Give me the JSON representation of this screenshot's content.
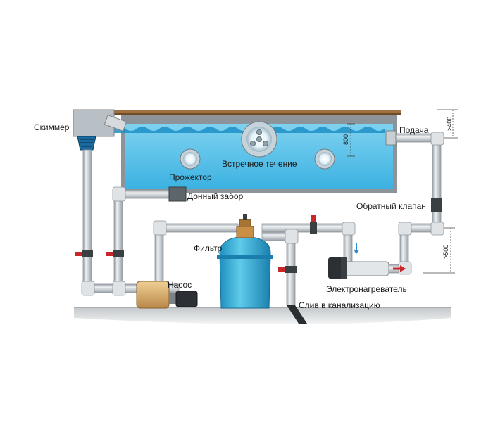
{
  "labels": {
    "skimmer": "Скиммер",
    "supply": "Подача",
    "counterflow": "Встречное течение",
    "projector": "Прожектор",
    "bottom_drain": "Донный забор",
    "check_valve": "Обратный клапан",
    "filter": "Фильтр",
    "pump": "Насос",
    "heater": "Электронагреватель",
    "drain": "Слив в канализацию"
  },
  "dimensions": {
    "depth": "800",
    "top_gap": ">400",
    "heater_gap": ">500"
  },
  "colors": {
    "water": "#5cc4ea",
    "water_dark": "#1d8fc4",
    "pool_wall": "#8d9499",
    "pipe": "#cfd4d8",
    "pipe_edge": "#8f979d",
    "valve": "#c8262b",
    "filter_body": "#3db5d9",
    "pump_body": "#d2a66a",
    "deck": "#a0703e",
    "ground": "#e6e8ea"
  }
}
